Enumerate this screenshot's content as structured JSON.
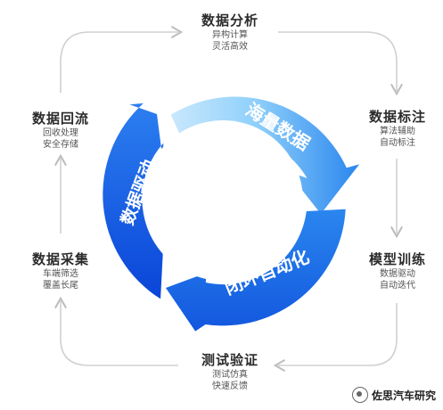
{
  "nodes": {
    "analysis": {
      "title": "数据分析",
      "lines": [
        "异构计算",
        "灵活高效"
      ]
    },
    "labeling": {
      "title": "数据标注",
      "lines": [
        "算法辅助",
        "自动标注"
      ]
    },
    "training": {
      "title": "模型训练",
      "lines": [
        "数据驱动",
        "自动迭代"
      ]
    },
    "testing": {
      "title": "测试验证",
      "lines": [
        "测试仿真",
        "快速反馈"
      ]
    },
    "collection": {
      "title": "数据采集",
      "lines": [
        "车端筛选",
        "覆盖长尾"
      ]
    },
    "backflow": {
      "title": "数据回流",
      "lines": [
        "回收处理",
        "安全存储"
      ]
    }
  },
  "ring": {
    "segments": [
      "海量数据",
      "闭环自动化",
      "数据驱动"
    ],
    "colors": {
      "light": "#8fd0fb",
      "mid": "#2a86ee",
      "dark": "#0a45d8"
    }
  },
  "watermark": "佐思汽车研究"
}
